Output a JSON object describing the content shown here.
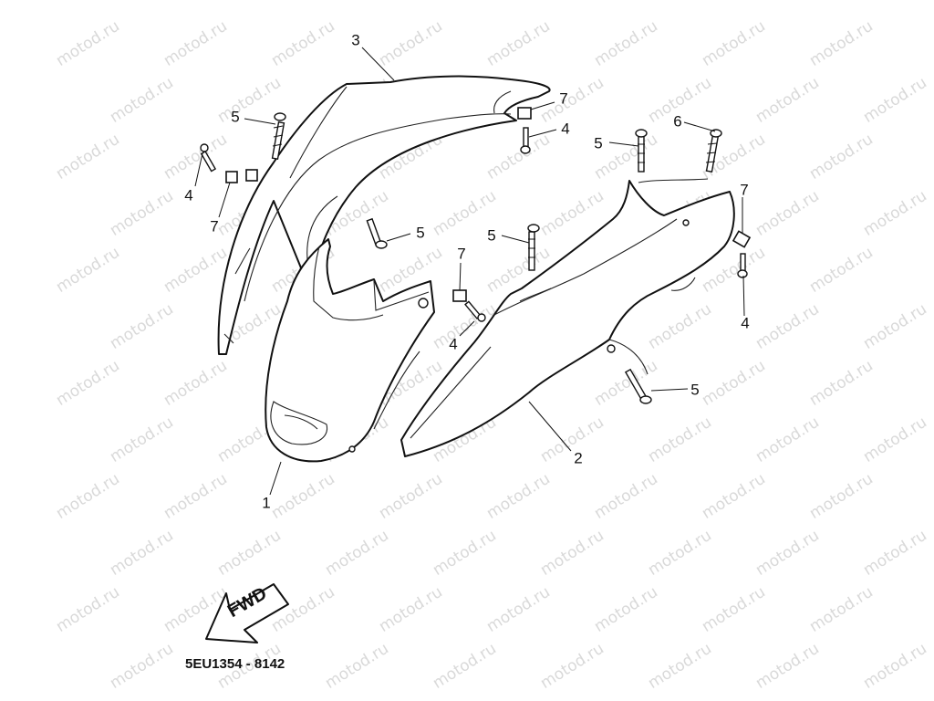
{
  "watermark": {
    "text": "motod.ru"
  },
  "diagram_code": "5EU1354 - 8142",
  "fwd_label": "FWD",
  "callouts": {
    "c3": "3",
    "c5_top": "5",
    "c4_left": "4",
    "c7_left": "7",
    "c7_top": "7",
    "c4_top": "4",
    "c5_center": "5",
    "c5_right_top": "5",
    "c6": "6",
    "c7_right": "7",
    "c4_right": "4",
    "c7_mid": "7",
    "c5_mid": "5",
    "c4_mid": "4",
    "c5_bottom_right": "5",
    "c2": "2",
    "c1": "1"
  },
  "colors": {
    "line": "#111111",
    "watermark": "#d9d9d9",
    "background": "#ffffff"
  }
}
